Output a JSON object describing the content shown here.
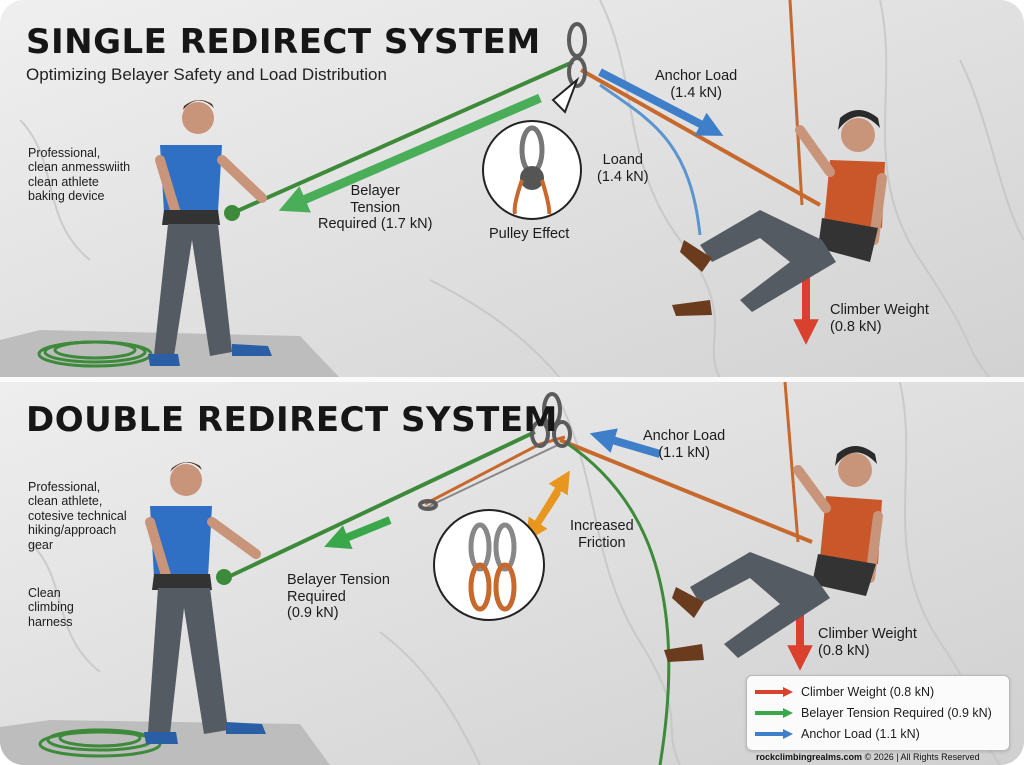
{
  "top_panel": {
    "title": "SINGLE REDIRECT SYSTEM",
    "subtitle": "Optimizing Belayer Safety and Load Distribution",
    "note": "Professional,\nclean anmesswiith\nclean athlete\nbaking device",
    "anchor_load": "Anchor Load\n(1.4 kN)",
    "loand": "Loand\n(1.4 kN)",
    "belayer_tension": "Belayer\nTension\nRequired (1.7 kN)",
    "pulley_effect": "Pulley Effect",
    "climber_weight": "Climber Weight\n(0.8 kN)"
  },
  "bottom_panel": {
    "title": "DOUBLE REDIRECT SYSTEM",
    "note": "Professional,\nclean athlete,\ncotesive technical\nhiking/approach\ngear",
    "harness_note": "Clean\nclimbing\nharness",
    "anchor_load": "Anchor Load\n(1.1 kN)",
    "increased_friction": "Increased\nFriction",
    "belayer_tension": "Belayer Tension\nRequired\n(0.9 kN)",
    "climber_weight": "Climber Weight\n(0.8 kN)"
  },
  "legend": {
    "items": [
      {
        "label": "Climber Weight (0.8 kN)",
        "color": "#d9402e",
        "icon": "red-arrow-icon"
      },
      {
        "label": "Belayer Tension Required (0.9 kN)",
        "color": "#3aa84a",
        "icon": "green-arrow-icon"
      },
      {
        "label": "Anchor Load (1.1 kN)",
        "color": "#3f7ec9",
        "icon": "blue-arrow-icon"
      }
    ]
  },
  "footer": {
    "site": "rockclimbingrealms.com",
    "rest": "© 2026 | All Rights Reserved"
  },
  "colors": {
    "force_red": "#d9402e",
    "force_green": "#3aa84a",
    "force_blue": "#3f7ec9",
    "rope_green": "#3d8a3a",
    "rope_orange": "#c7682c",
    "rock": "#dcdcdc"
  }
}
